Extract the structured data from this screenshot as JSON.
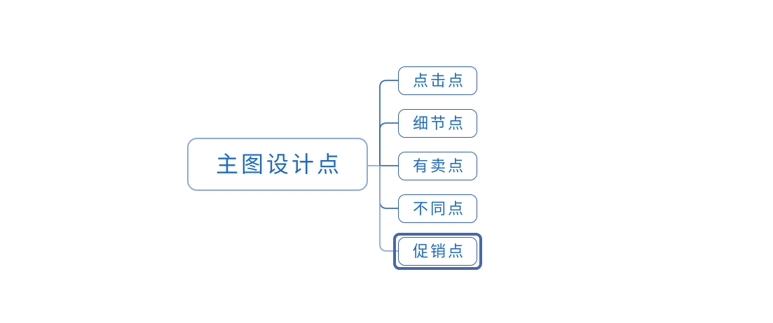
{
  "mindmap": {
    "root": {
      "label": "主图设计点",
      "children": [
        {
          "label": "点击点",
          "selected": false
        },
        {
          "label": "细节点",
          "selected": false
        },
        {
          "label": "有卖点",
          "selected": false
        },
        {
          "label": "不同点",
          "selected": false
        },
        {
          "label": "促销点",
          "selected": true
        }
      ]
    },
    "colors": {
      "root_border": "#8FAADC",
      "child_border": "#2E5FAD",
      "text": "#1E6BC4",
      "selection": "#4568AE",
      "branch": "#3E6BB7",
      "branch_light": "#8FAADC",
      "background": "#FFFFFF"
    }
  }
}
